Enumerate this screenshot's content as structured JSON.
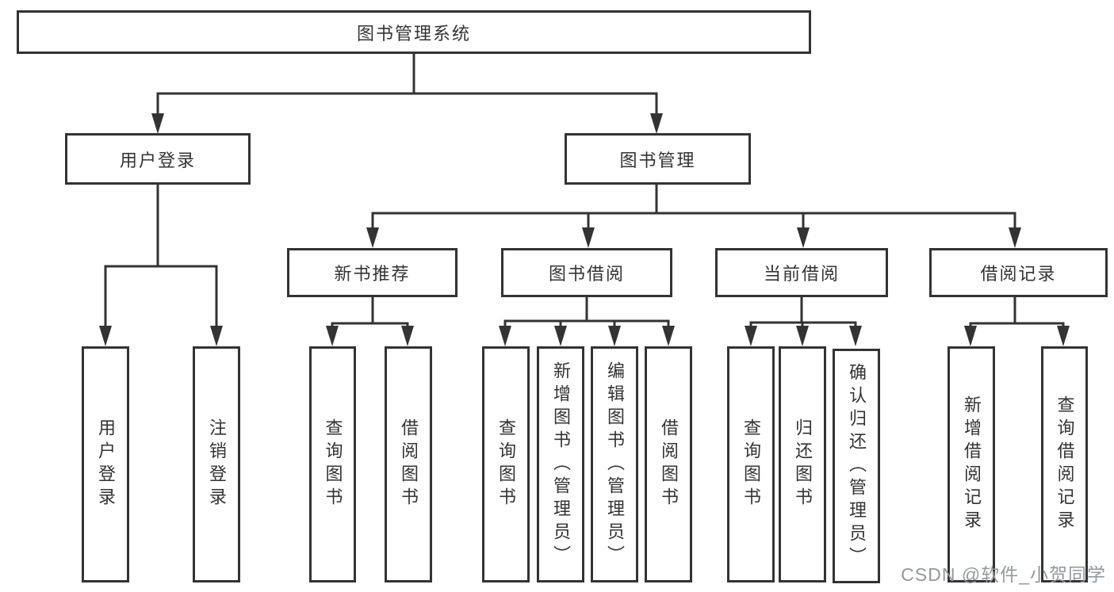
{
  "tree": {
    "label": "图书管理系统",
    "children": [
      {
        "label": "用户登录",
        "children": [
          {
            "label": "用户登录"
          },
          {
            "label": "注销登录"
          }
        ]
      },
      {
        "label": "图书管理",
        "children": [
          {
            "label": "新书推荐",
            "children": [
              {
                "label": "查询图书"
              },
              {
                "label": "借阅图书"
              }
            ]
          },
          {
            "label": "图书借阅",
            "children": [
              {
                "label": "查询图书"
              },
              {
                "label": "新增图书（管理员）"
              },
              {
                "label": "编辑图书（管理员）"
              },
              {
                "label": "借阅图书"
              }
            ]
          },
          {
            "label": "当前借阅",
            "children": [
              {
                "label": "查询图书"
              },
              {
                "label": "归还图书"
              },
              {
                "label": "确认归还（管理员）"
              }
            ]
          },
          {
            "label": "借阅记录",
            "children": [
              {
                "label": "新增借阅记录"
              },
              {
                "label": "查询借阅记录"
              }
            ]
          }
        ]
      }
    ]
  },
  "watermark": {
    "text": "CSDN @软件_小贺同学"
  },
  "colors": {
    "line": "#333333",
    "text": "#333333",
    "watermark": "#94979c",
    "background": "#ffffff"
  }
}
